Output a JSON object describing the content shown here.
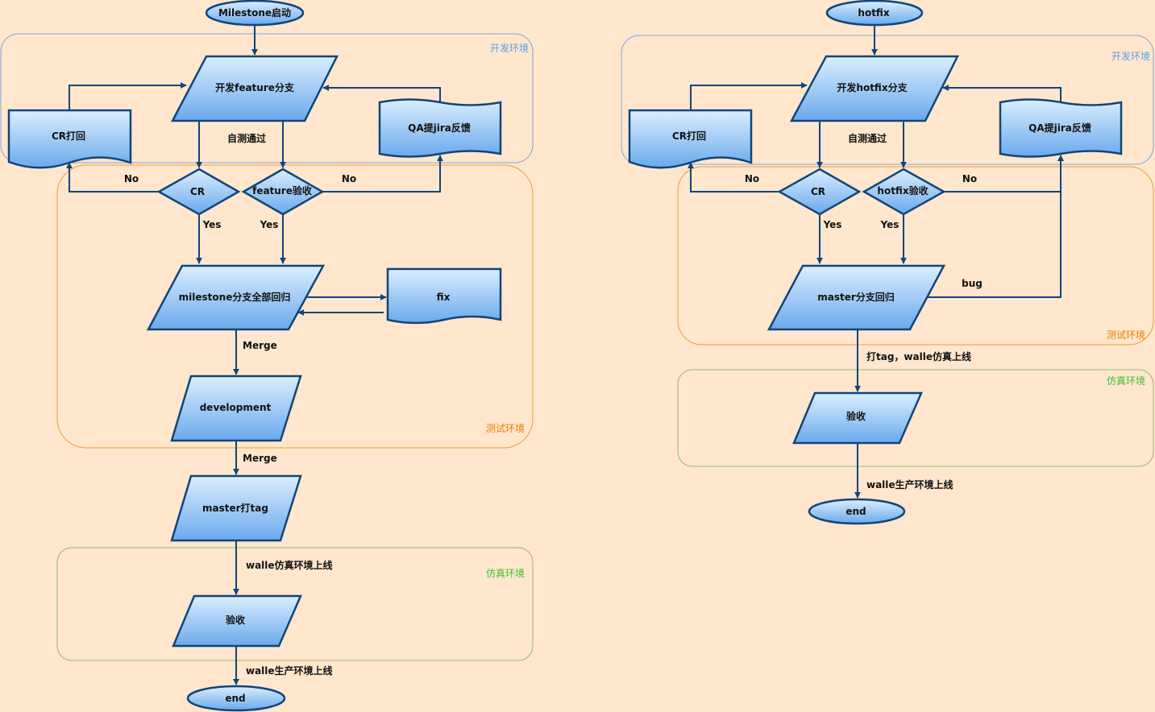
{
  "colors": {
    "background": "#ffe6cc",
    "node_fill_top": "#dbeeff",
    "node_fill_bottom": "#6aa9ec",
    "node_stroke": "#10457a",
    "zone_dev": "#7ea6e0",
    "zone_test": "#f09a3e",
    "zone_sim": "#97b667",
    "zone_dev_label": "#5ba0e6",
    "zone_test_label": "#f07d00",
    "zone_sim_label": "#3cbf2c"
  },
  "feature_flow": {
    "zones": {
      "dev": "开发环境",
      "test": "测试环境",
      "sim": "仿真环境"
    },
    "nodes": {
      "start": "Milestone启动",
      "develop": "开发feature分支",
      "cr_reject": "CR打回",
      "qa_feedback": "QA提jira反馈",
      "cr": "CR",
      "accept": "feature验收",
      "regression": "milestone分支全部回归",
      "fix": "fix",
      "development": "development",
      "master_tag": "master打tag",
      "verify": "验收",
      "end": "end"
    },
    "edges": {
      "self_test": "自测通过",
      "cr_no": "No",
      "accept_no": "No",
      "cr_yes": "Yes",
      "accept_yes": "Yes",
      "merge1": "Merge",
      "merge2": "Merge",
      "sim_deploy": "walle仿真环境上线",
      "prod_deploy": "walle生产环境上线"
    }
  },
  "hotfix_flow": {
    "zones": {
      "dev": "开发环境",
      "test": "测试环境",
      "sim": "仿真环境"
    },
    "nodes": {
      "start": "hotfix",
      "develop": "开发hotfix分支",
      "cr_reject": "CR打回",
      "qa_feedback": "QA提jira反馈",
      "cr": "CR",
      "accept": "hotfix验收",
      "regression": "master分支回归",
      "verify": "验收",
      "end": "end"
    },
    "edges": {
      "self_test": "自测通过",
      "cr_no": "No",
      "accept_no": "No",
      "cr_yes": "Yes",
      "accept_yes": "Yes",
      "bug": "bug",
      "tag_sim": "打tag，walle仿真上线",
      "prod_deploy": "walle生产环境上线"
    }
  }
}
